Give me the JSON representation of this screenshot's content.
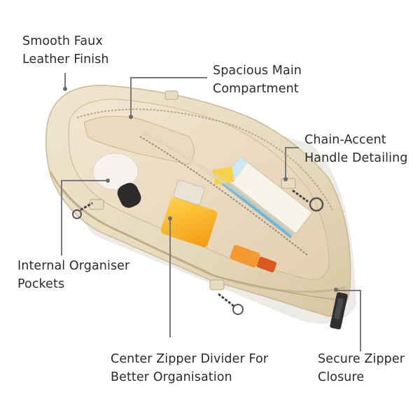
{
  "callouts": [
    {
      "id": "smooth-faux-leather",
      "line1": "Smooth Faux",
      "line2": "Leather Finish"
    },
    {
      "id": "spacious-main",
      "line1": "Spacious Main",
      "line2": "Compartment"
    },
    {
      "id": "chain-accent",
      "line1": "Chain-Accent",
      "line2": "Handle Detailing"
    },
    {
      "id": "internal-organiser",
      "line1": "Internal Organiser",
      "line2": "Pockets"
    },
    {
      "id": "center-zipper",
      "line1": "Center Zipper Divider For",
      "line2": "Better Organisation"
    },
    {
      "id": "secure-zipper",
      "line1": "Secure Zipper",
      "line2": "Closure"
    }
  ],
  "colors": {
    "text": "#2b2b2b",
    "leather": "#e8dcc0",
    "lining": "#efe0c8",
    "leader": "#7a7a7a"
  }
}
